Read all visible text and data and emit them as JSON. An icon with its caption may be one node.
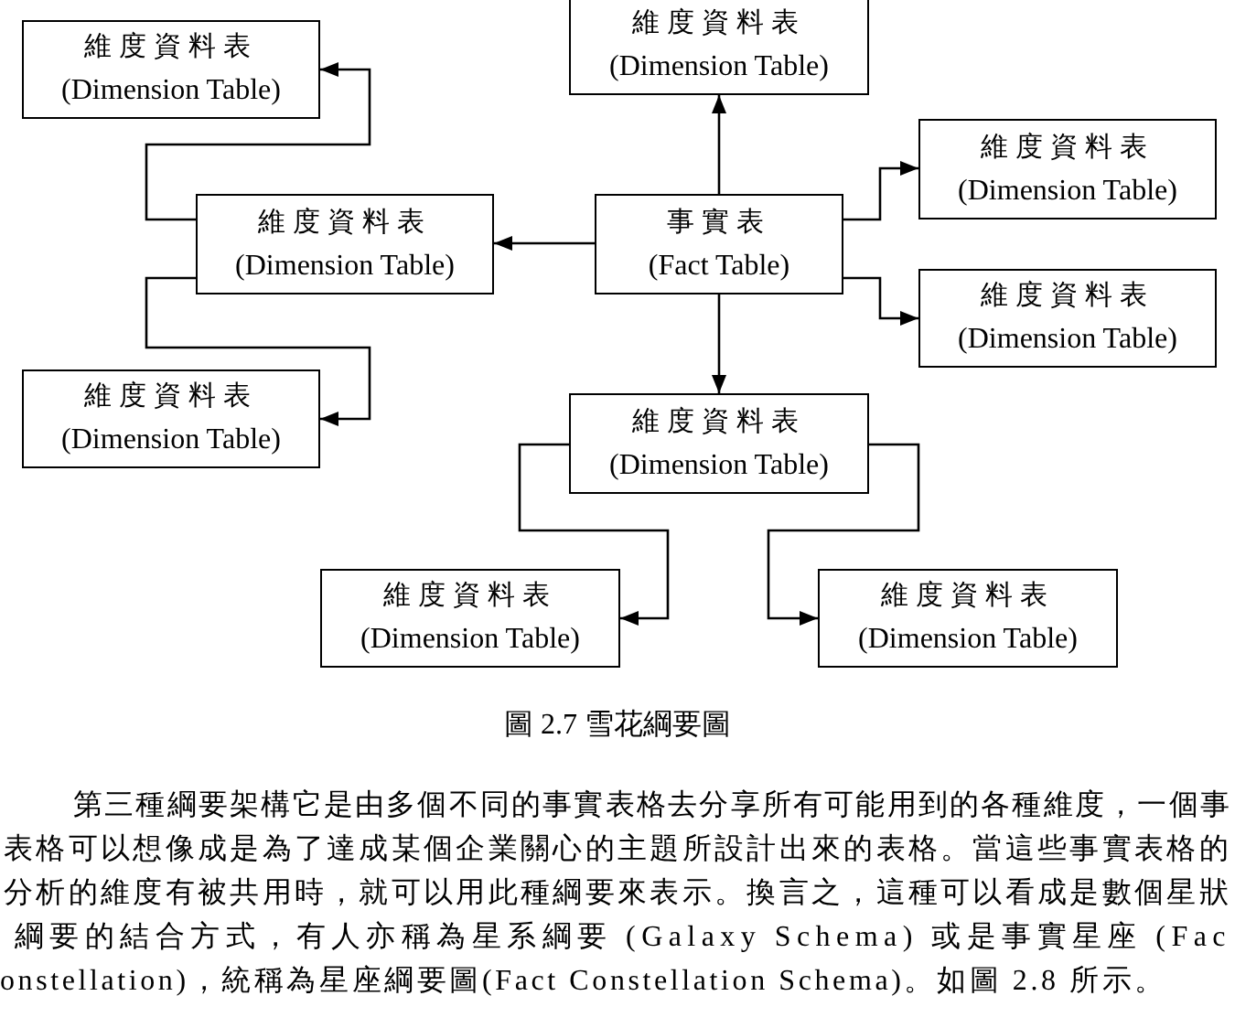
{
  "diagram": {
    "caption": "圖 2.7 雪花綱要圖",
    "nodes": [
      {
        "text": [
          "維度資料表",
          "(Dimension Table)"
        ]
      },
      {
        "text": [
          "維度資料表",
          "(Dimension Table)"
        ]
      },
      {
        "text": [
          "維度資料表",
          "(Dimension Table)"
        ]
      },
      {
        "text": [
          "維度資料表",
          "(Dimension Table)"
        ]
      },
      {
        "text": [
          "事實表",
          "(Fact Table)"
        ]
      },
      {
        "text": [
          "維度資料表",
          "(Dimension Table)"
        ]
      },
      {
        "text": [
          "維度資料表",
          "(Dimension Table)"
        ]
      },
      {
        "text": [
          "維度資料表",
          "(Dimension Table)"
        ]
      },
      {
        "text": [
          "維度資料表",
          "(Dimension Table)"
        ]
      },
      {
        "text": [
          "維度資料表",
          "(Dimension Table)"
        ]
      }
    ],
    "edges": [
      {
        "from": 4,
        "to": 1,
        "arrow": "to"
      },
      {
        "from": 4,
        "to": 3,
        "arrow": "to"
      },
      {
        "from": 4,
        "to": 2,
        "arrow": "to"
      },
      {
        "from": 4,
        "to": 5,
        "arrow": "to"
      },
      {
        "from": 4,
        "to": 7,
        "arrow": "to"
      },
      {
        "from": 3,
        "to": 0,
        "arrow": "to"
      },
      {
        "from": 3,
        "to": 6,
        "arrow": "to"
      },
      {
        "from": 7,
        "to": 8,
        "arrow": "to"
      },
      {
        "from": 7,
        "to": 9,
        "arrow": "to"
      }
    ],
    "labels": [
      "第三種綱要架構它是由多個不同的事實表格去分享所有可能用到的各種維度，一個事",
      "表格可以想像成是為了達成某個企業關心的主題所設計出來的表格。當這些事實表格的",
      "分析的維度有被共用時，就可以用此種綱要來表示。換言之，這種可以看成是數個星狀",
      "綱要的結合方式，有人亦稱為星系綱要 (Galaxy Schema) 或是事實星座 (Fac",
      "onstellation)，統稱為星座綱要圖(Fact Constellation Schema)。如圖 2.8 所示。"
    ]
  }
}
